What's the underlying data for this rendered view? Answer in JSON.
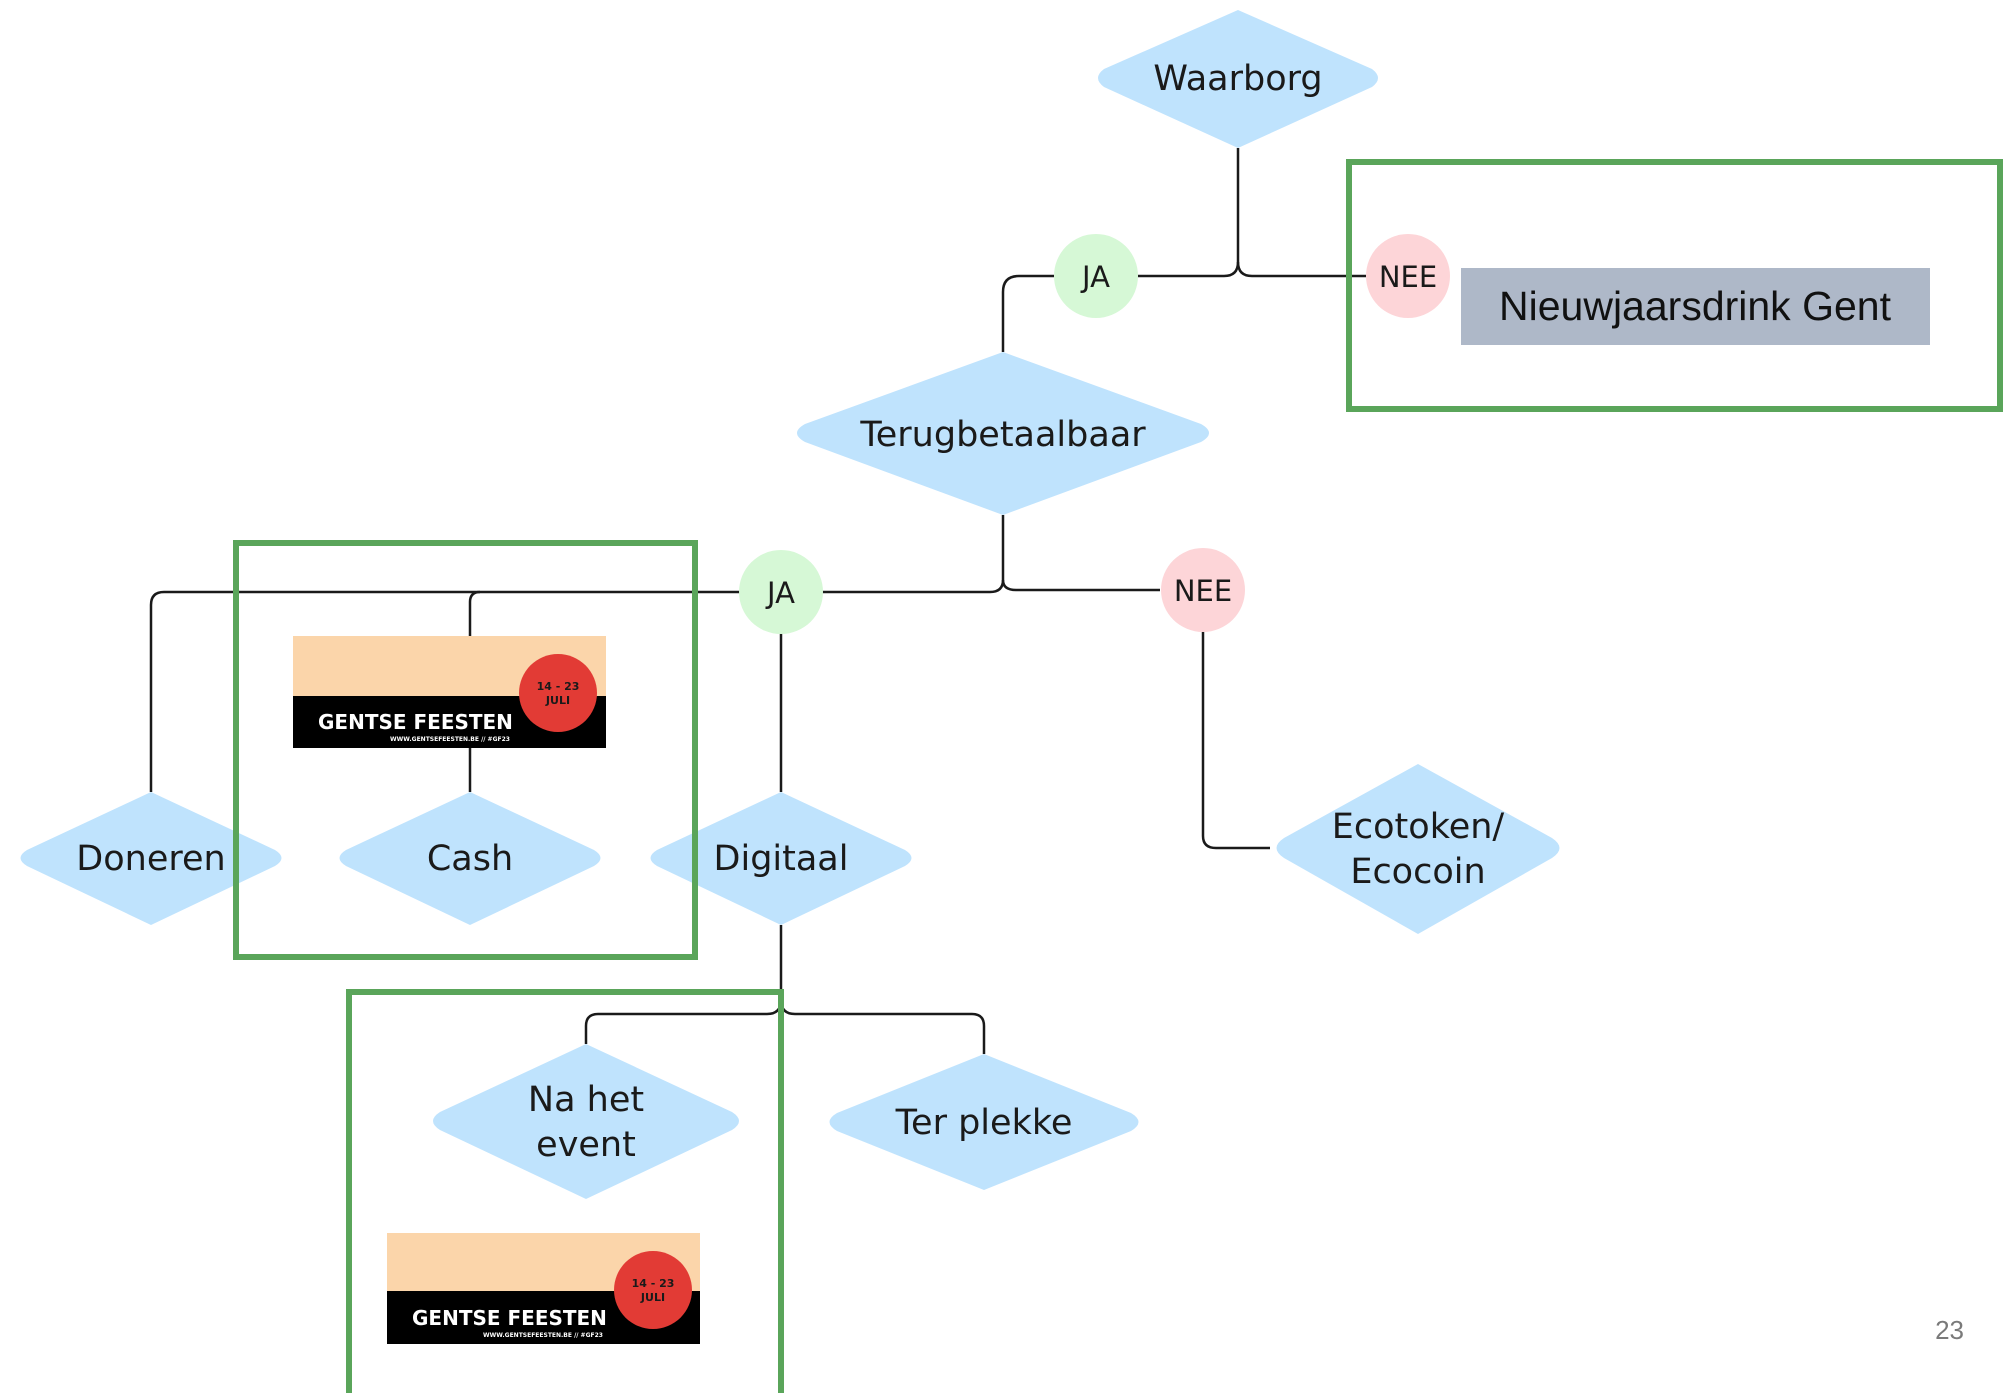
{
  "diagram": {
    "nodes": {
      "waarborg": "Waarborg",
      "terugbetaalbaar": "Terugbetaalbaar",
      "doneren": "Doneren",
      "cash": "Cash",
      "digitaal": "Digitaal",
      "ecotoken_line1": "Ecotoken/",
      "ecotoken_line2": "Ecocoin",
      "na_het_line1": "Na het",
      "na_het_line2": "event",
      "ter_plekke": "Ter plekke"
    },
    "answers": {
      "ja_top": "JA",
      "nee_top": "NEE",
      "ja_mid": "JA",
      "nee_mid": "NEE"
    },
    "callout": {
      "nieuwjaarsdrink": "Nieuwjaarsdrink Gent"
    },
    "banner": {
      "title": "GENTSE FEESTEN",
      "url": "WWW.GENTSEFEESTEN.BE // #GF23",
      "date_line1": "14 - 23",
      "date_line2": "JULI"
    },
    "page_number": "23"
  },
  "colors": {
    "diamond": "#bfe3fd",
    "ja_circle": "#d6f8d6",
    "nee_circle": "#fdd5d8",
    "highlight_box": "#5aa55a",
    "callout_bg": "#aeb8c8",
    "banner_top": "#fbd5aa",
    "banner_bottom": "#000000",
    "banner_badge": "#e23b35"
  }
}
